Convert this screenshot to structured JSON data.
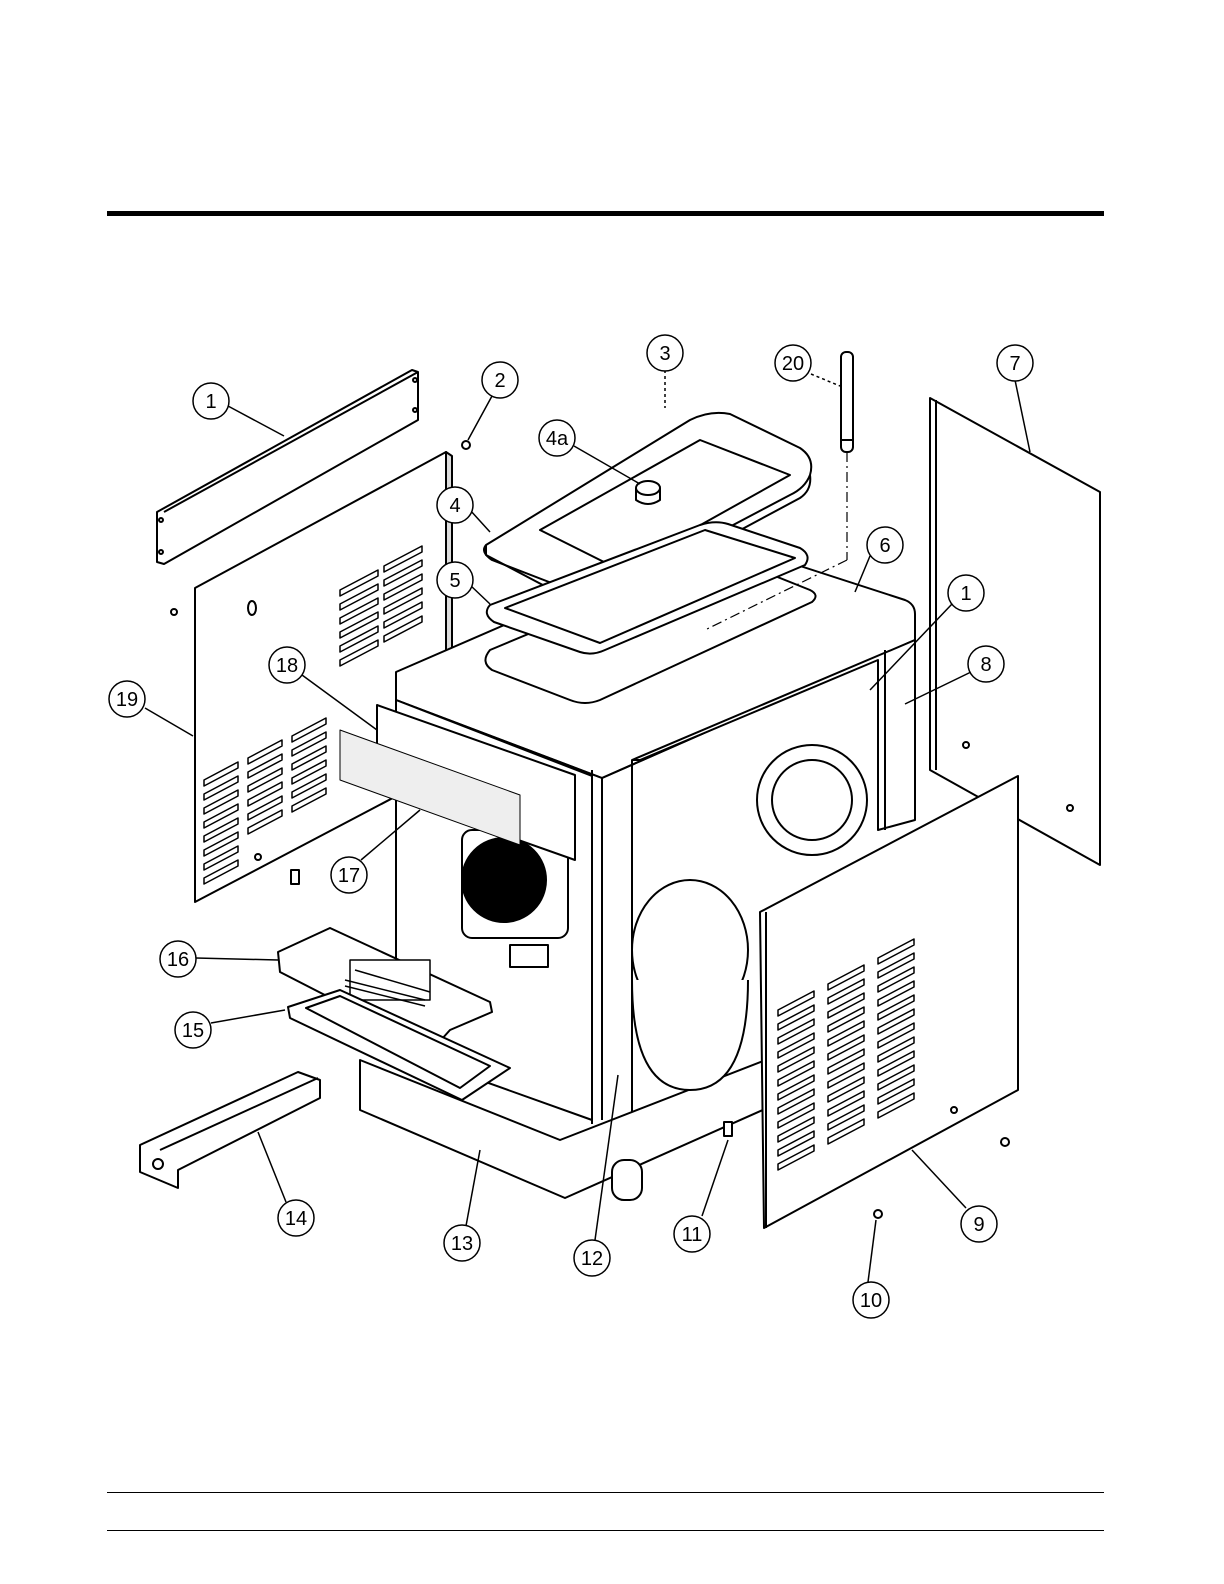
{
  "diagram": {
    "callouts": [
      {
        "id": "1",
        "label": "1"
      },
      {
        "id": "2",
        "label": "2"
      },
      {
        "id": "3",
        "label": "3"
      },
      {
        "id": "4a",
        "label": "4a"
      },
      {
        "id": "4",
        "label": "4"
      },
      {
        "id": "5",
        "label": "5"
      },
      {
        "id": "6",
        "label": "6"
      },
      {
        "id": "7",
        "label": "7"
      },
      {
        "id": "1b",
        "label": "1"
      },
      {
        "id": "8",
        "label": "8"
      },
      {
        "id": "18",
        "label": "18"
      },
      {
        "id": "19",
        "label": "19"
      },
      {
        "id": "17",
        "label": "17"
      },
      {
        "id": "16",
        "label": "16"
      },
      {
        "id": "15",
        "label": "15"
      },
      {
        "id": "14",
        "label": "14"
      },
      {
        "id": "13",
        "label": "13"
      },
      {
        "id": "12",
        "label": "12"
      },
      {
        "id": "11",
        "label": "11"
      },
      {
        "id": "9",
        "label": "9"
      },
      {
        "id": "10",
        "label": "10"
      },
      {
        "id": "20",
        "label": "20"
      }
    ]
  }
}
